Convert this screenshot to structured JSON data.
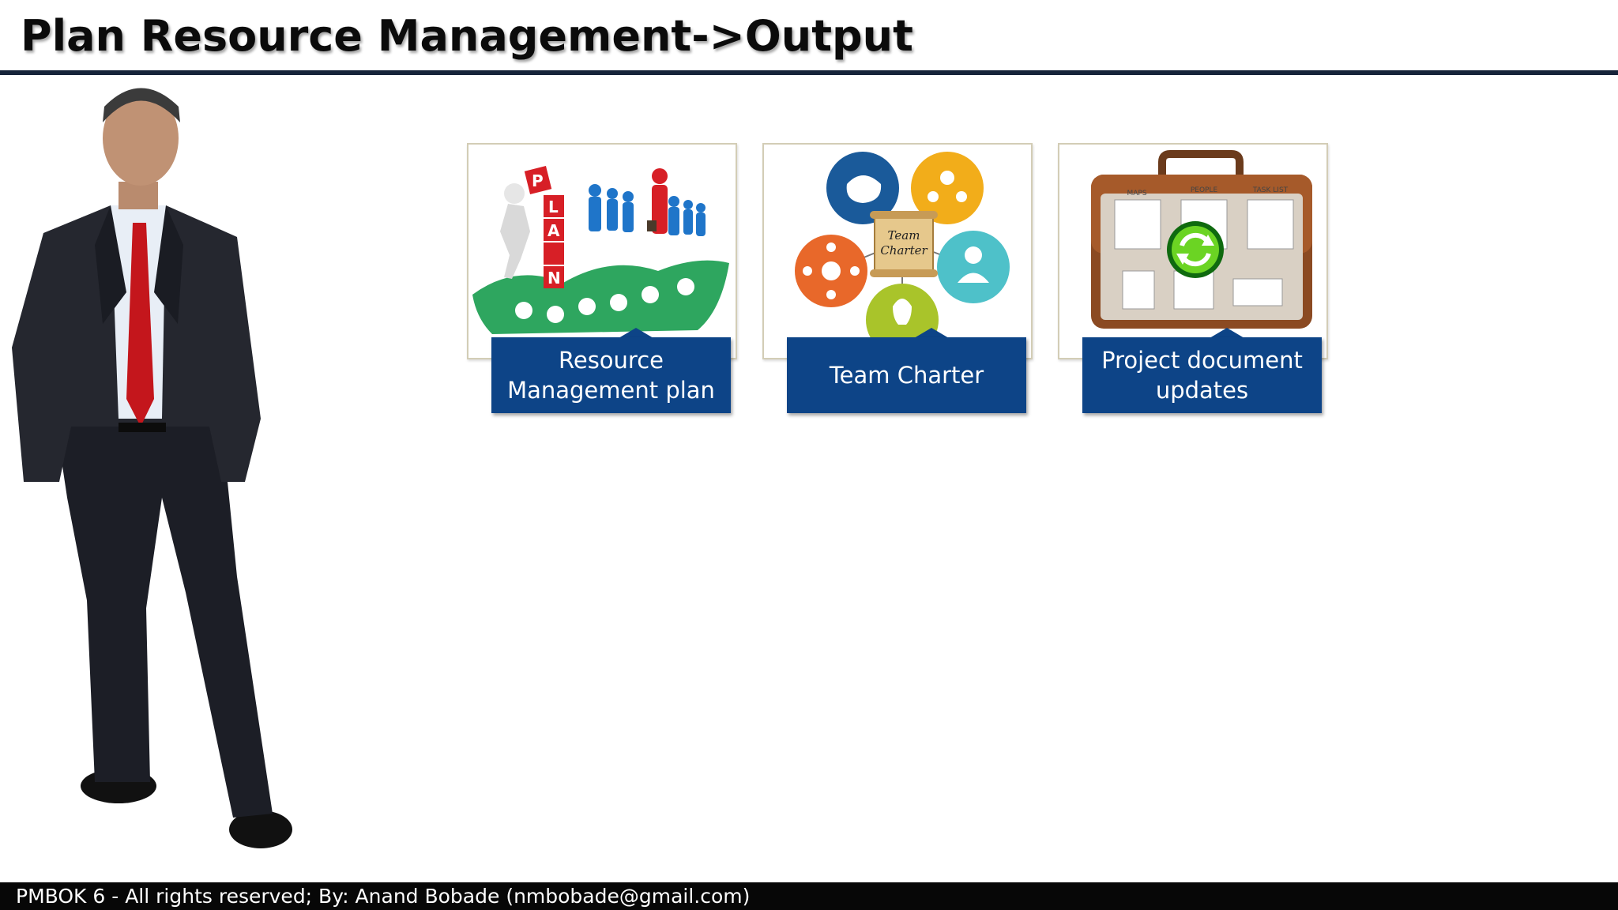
{
  "slide": {
    "title": "Plan Resource Management->Output"
  },
  "cards": [
    {
      "label": "Resource Management plan",
      "image_letters": [
        "P",
        "L",
        "A",
        "N"
      ]
    },
    {
      "label": "Team Charter",
      "image_scroll_text": [
        "Team",
        "Charter"
      ]
    },
    {
      "label": "Project document updates",
      "image_tabs": [
        "MAPS",
        "PEOPLE",
        "TASK LIST"
      ]
    }
  ],
  "footer": {
    "text": "PMBOK 6 - All rights reserved; By: Anand Bobade (nmbobade@gmail.com)"
  },
  "colors": {
    "label_bg": "#0d4487",
    "rule": "#16243a",
    "footer_bg": "#070707"
  }
}
